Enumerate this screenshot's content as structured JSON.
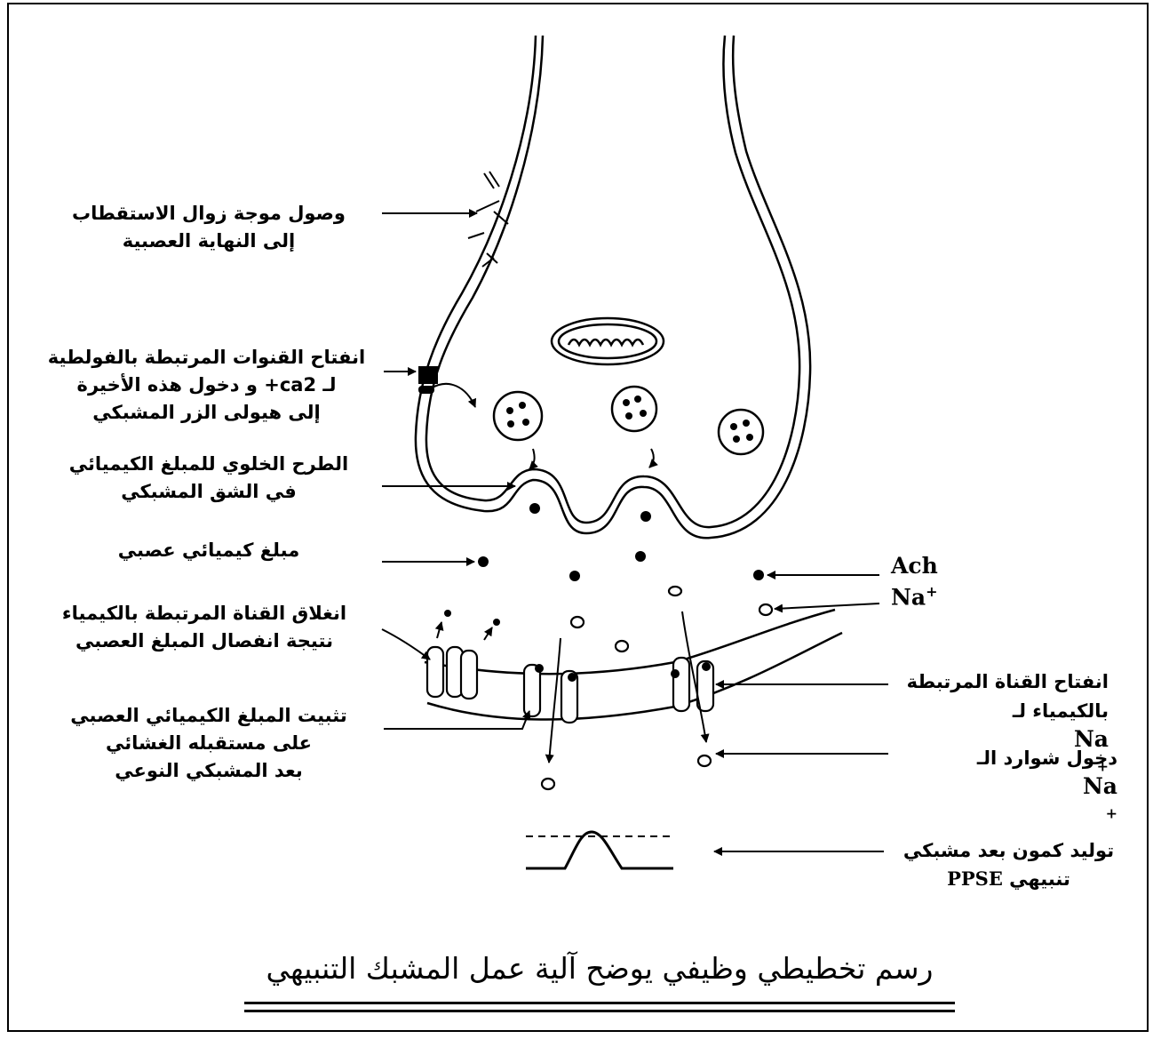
{
  "labels": {
    "depolarization": [
      "وصول موجة زوال الاستقطاب",
      "إلى النهاية العصبية"
    ],
    "voltage_channels": [
      "انفتاح القنوات المرتبطة بالفولطية",
      "لـ ca2+ و دخول هذه الأخيرة",
      "إلى هيولى الزر المشبكي"
    ],
    "exocytosis": [
      "الطرح الخلوي للمبلغ الكيميائي",
      "في الشق المشبكي"
    ],
    "neurotransmitter": [
      "مبلغ كيميائي عصبي"
    ],
    "closing_channel": [
      "انغلاق القناة المرتبطة بالكيمياء",
      "نتيجة انفصال المبلغ العصبي"
    ],
    "binding": [
      "تثبيت المبلغ الكيميائي العصبي",
      "على مستقبله الغشائي",
      "بعد المشبكي النوعي"
    ],
    "opening_channel": [
      "انفتاح القناة المرتبطة",
      "بالكيمياء لـ"
    ],
    "na_entry": "دخول شوارد الـ",
    "psp": [
      "توليد كمون بعد مشبكي",
      "تنبيهي"
    ]
  },
  "symbols": {
    "ach": "Ach",
    "na": "Na",
    "plus": "+",
    "ppse": "PPSE"
  },
  "caption": "رسم تخطيطي وظيفي يوضح آلية عمل المشبك التنبيهي"
}
